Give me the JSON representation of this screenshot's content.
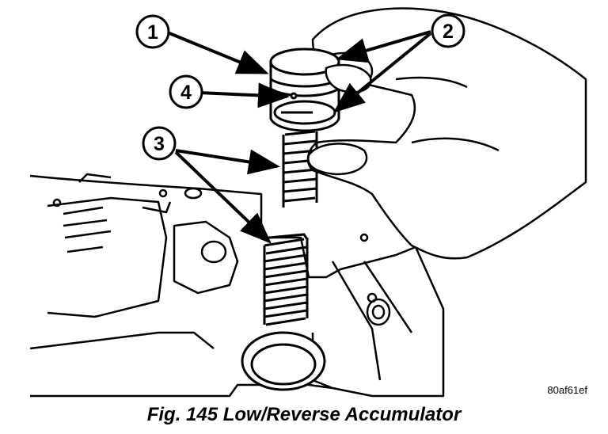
{
  "callouts": [
    "1",
    "2",
    "3",
    "4"
  ],
  "image_code": "80af61ef",
  "caption": "Fig. 145 Low/Reverse Accumulator"
}
